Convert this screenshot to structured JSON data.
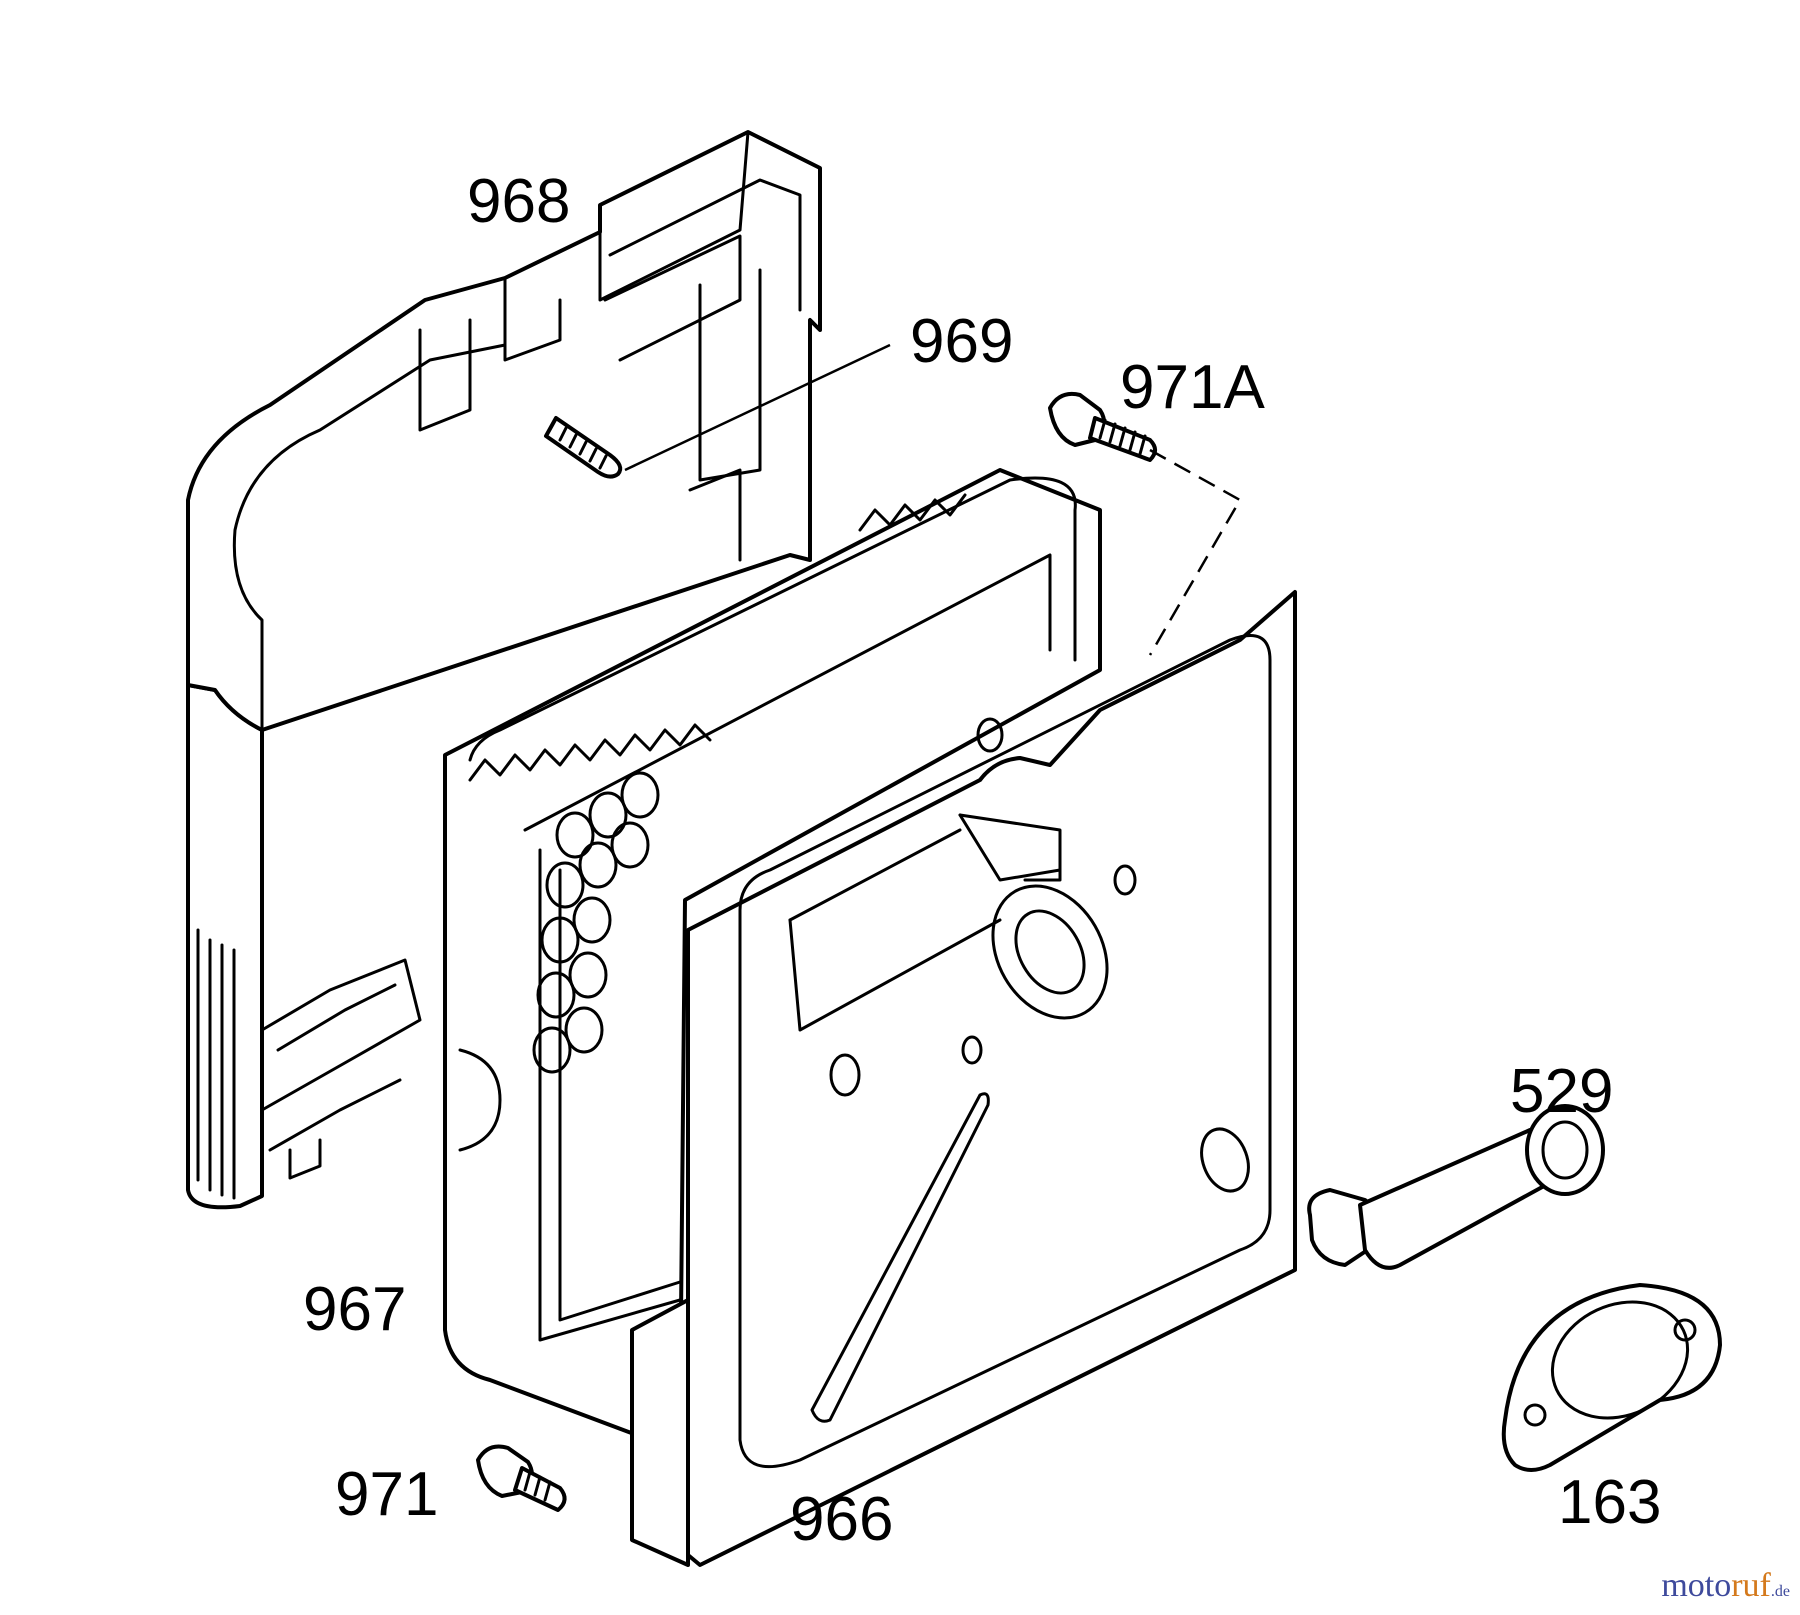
{
  "callouts": {
    "p968": "968",
    "p969": "969",
    "p971a": "971A",
    "p967": "967",
    "p966": "966",
    "p971": "971",
    "p529": "529",
    "p163": "163"
  },
  "watermark": {
    "part1": "moto",
    "part2": "ruf",
    "part3": ".de"
  }
}
